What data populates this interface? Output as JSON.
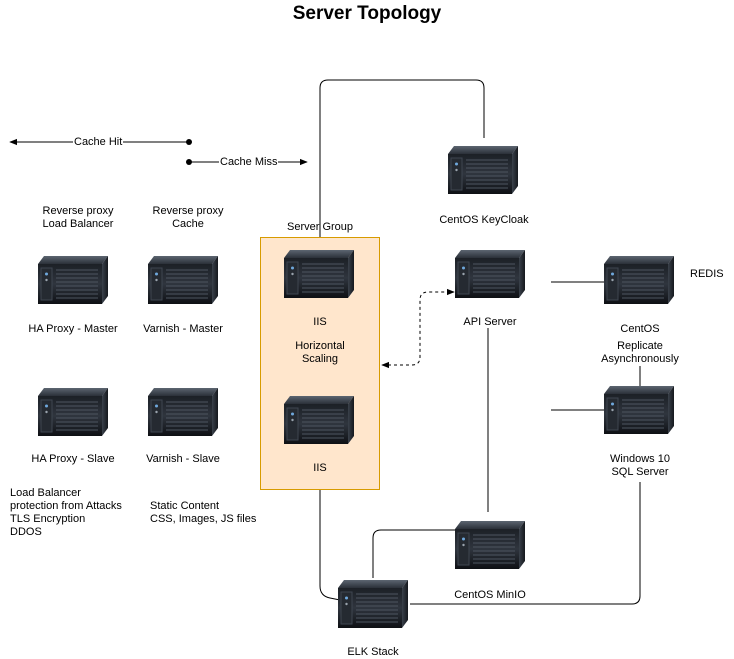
{
  "title": "Server Topology",
  "legend": {
    "cache_hit": "Cache Hit",
    "cache_miss": "Cache Miss"
  },
  "captions": {
    "ha_proxy_role": [
      "Reverse proxy",
      "Load Balancer"
    ],
    "varnish_role": [
      "Reverse proxy",
      "Cache"
    ],
    "server_group": "Server Group",
    "horizontal_scaling": [
      "Horizontal",
      "Scaling"
    ],
    "redis": "REDIS",
    "replicate": [
      "Replicate",
      "Asynchronously"
    ],
    "load_balancer_notes": [
      "Load Balancer",
      "protection from Attacks",
      "TLS Encryption",
      "DDOS"
    ],
    "static_content_notes": [
      "Static Content",
      "CSS, Images, JS files"
    ]
  },
  "servers": {
    "ha_proxy_master": "HA Proxy - Master",
    "varnish_master": "Varnish - Master",
    "iis_1": "IIS",
    "iis_2": "IIS",
    "ha_proxy_slave": "HA Proxy - Slave",
    "varnish_slave": "Varnish - Slave",
    "keycloak": "CentOS KeyCloak",
    "api_server": "API Server",
    "centos": "CentOS",
    "sql_server": [
      "Windows 10",
      "SQL Server"
    ],
    "minio": "CentOS MinIO",
    "elk": "ELK Stack"
  },
  "colors": {
    "group_fill": "#ffe6cc",
    "group_stroke": "#d79b00",
    "line": "#000000"
  },
  "icons": {
    "server": "server-rack-icon"
  }
}
